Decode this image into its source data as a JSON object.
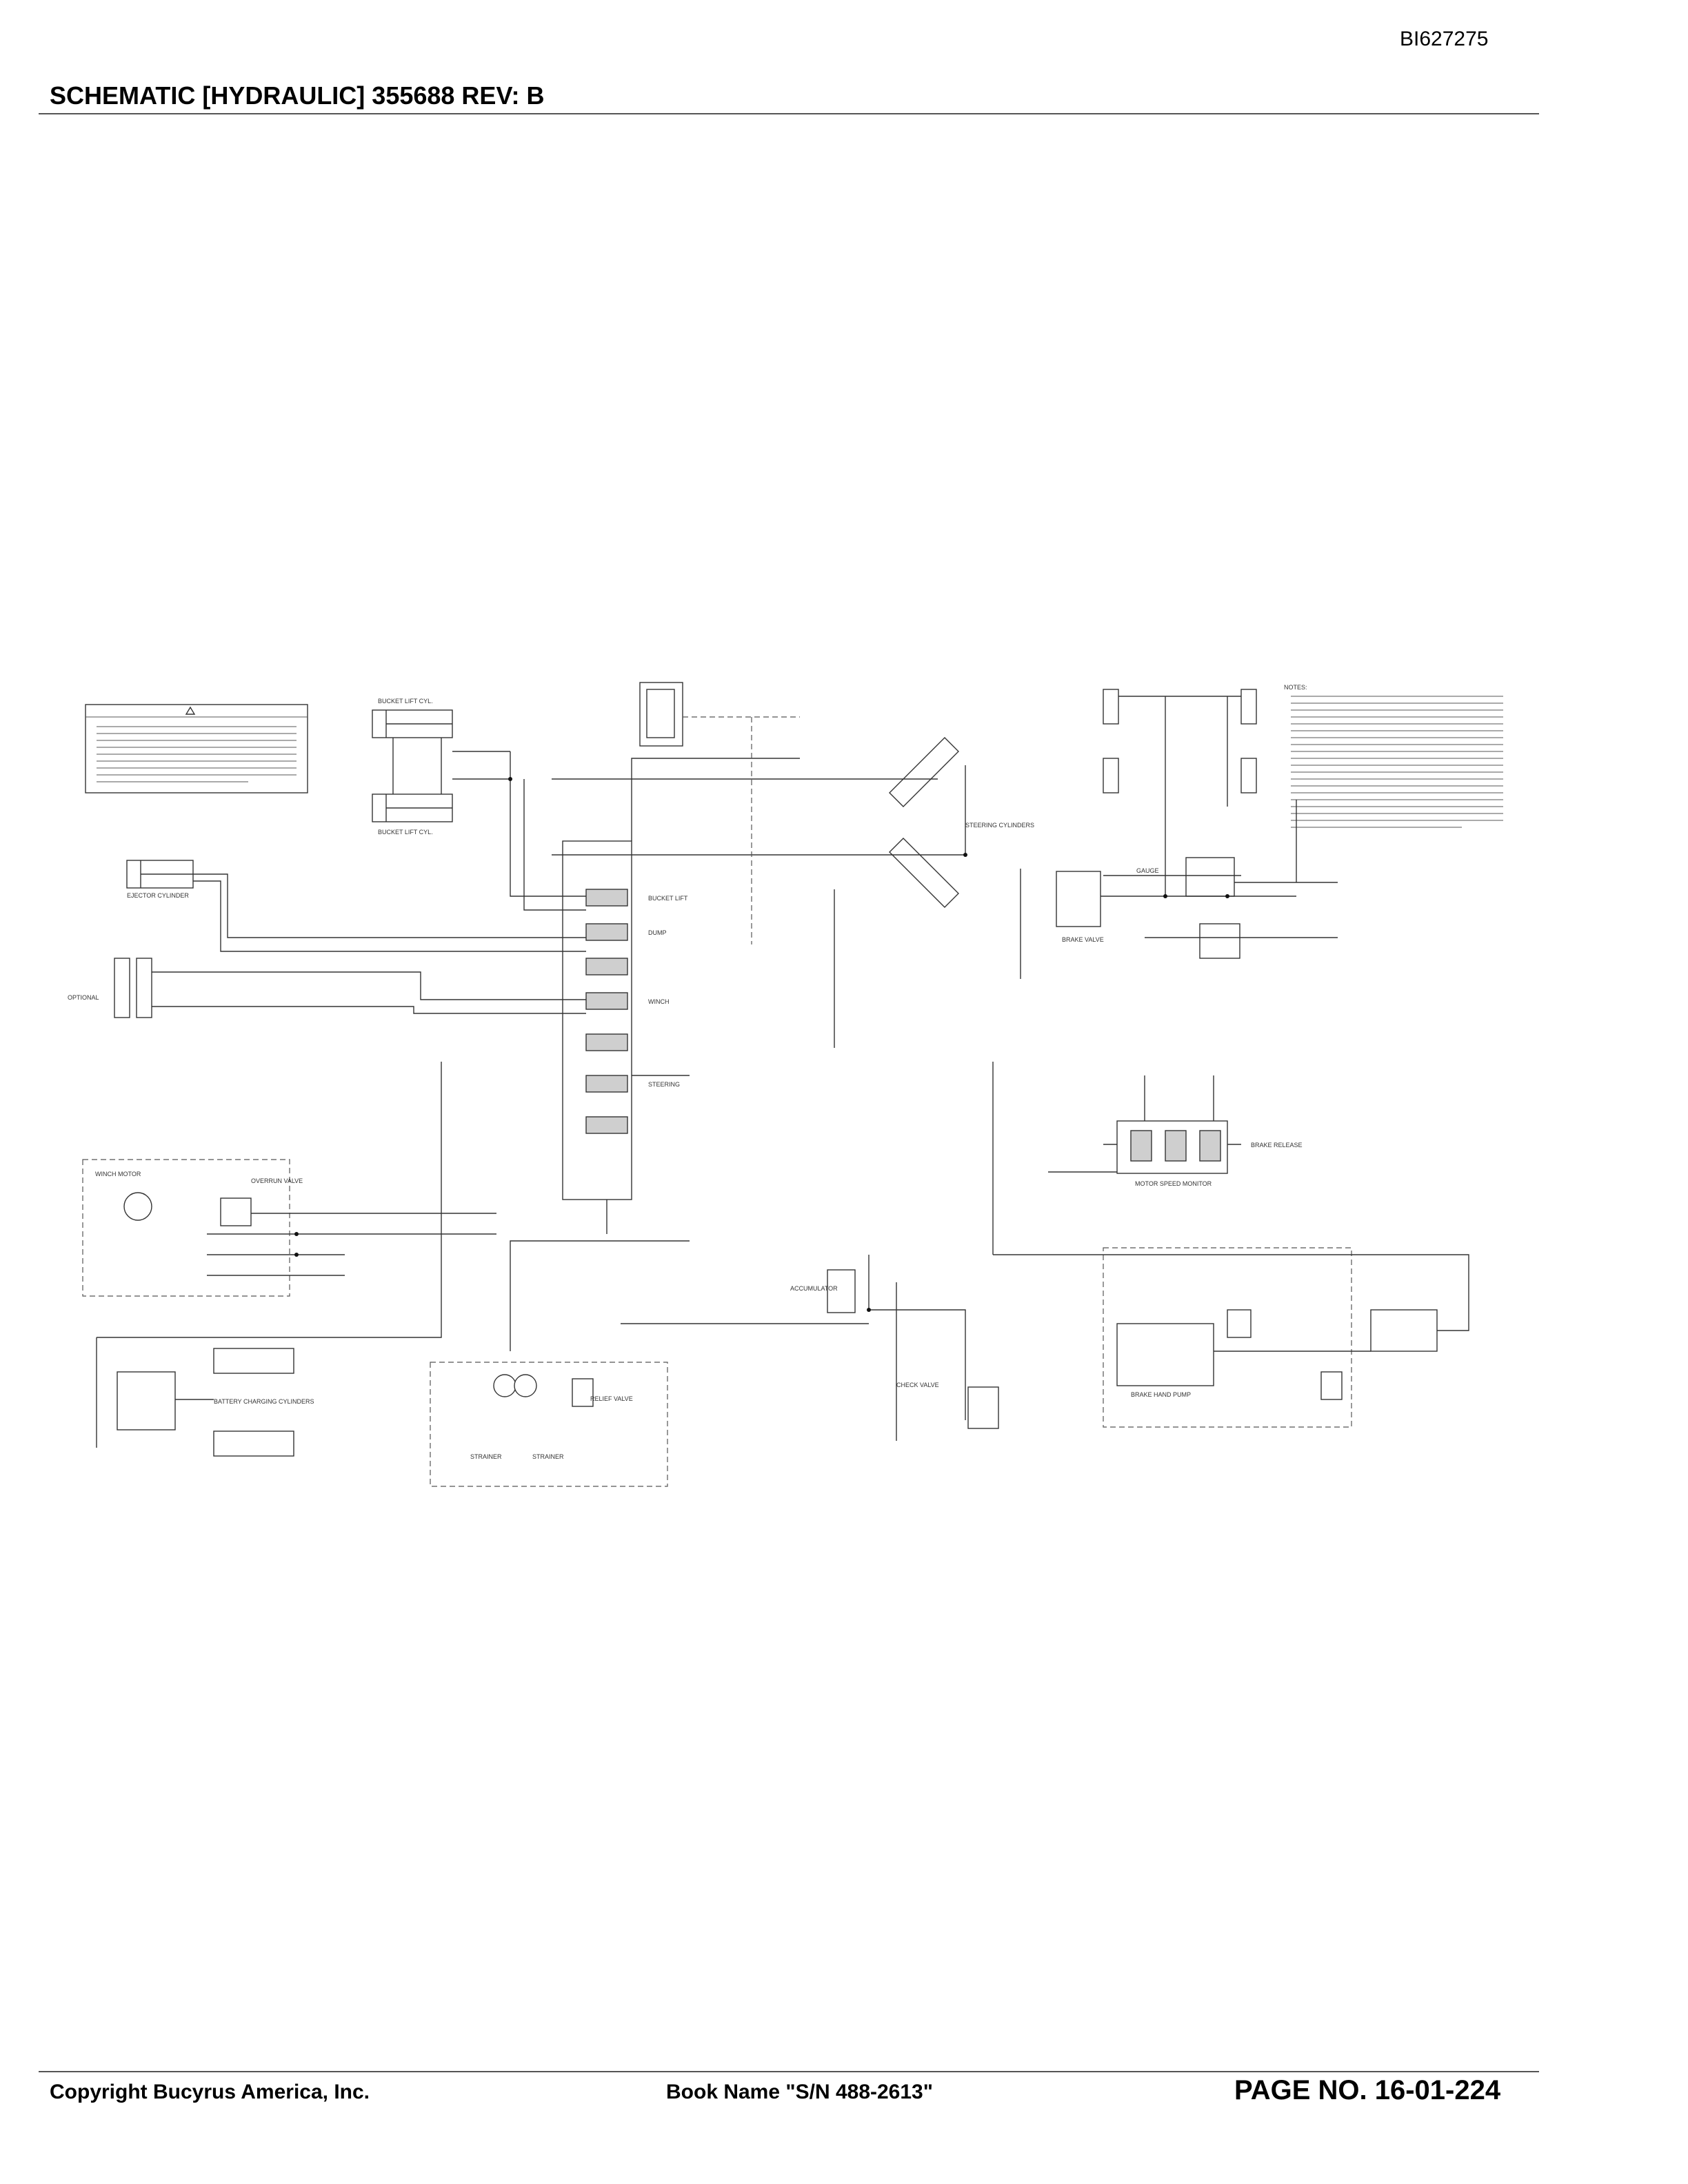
{
  "header": {
    "doc_id": "BI627275",
    "title": "SCHEMATIC [HYDRAULIC]   355688    REV:    B"
  },
  "footer": {
    "copyright": "Copyright Bucyrus America, Inc.",
    "book_name": "Book Name \"S/N 488-2613\"",
    "page": "PAGE NO.    16-01-224"
  },
  "schematic": {
    "labels": {
      "bucket_lift_cyl_top": "BUCKET LIFT CYL.",
      "bucket_lift_cyl_bottom": "BUCKET LIFT CYL.",
      "steering_cylinders": "STEERING CYLINDERS",
      "ejector_cylinder": "EJECTOR CYLINDER",
      "optional": "OPTIONAL",
      "bucket_lift": "BUCKET LIFT",
      "dump": "DUMP",
      "winch": "WINCH",
      "steering": "STEERING",
      "winch_motor": "WINCH MOTOR",
      "overrun_valve": "OVERRUN VALVE",
      "battery_charging_cylinders": "BATTERY CHARGING CYLINDERS",
      "gauge": "GAUGE",
      "check_valve": "CHECK VALVE",
      "accumulator": "ACCUMULATOR",
      "brake_valve": "BRAKE VALVE",
      "motor_speed_monitor": "MOTOR SPEED MONITOR",
      "brake_release": "BRAKE RELEASE",
      "brake_hand_pump": "BRAKE HAND PUMP",
      "strainer_left": "STRAINER",
      "strainer_right": "STRAINER",
      "relief_valve": "RELIEF VALVE",
      "notes": "NOTES:"
    }
  }
}
